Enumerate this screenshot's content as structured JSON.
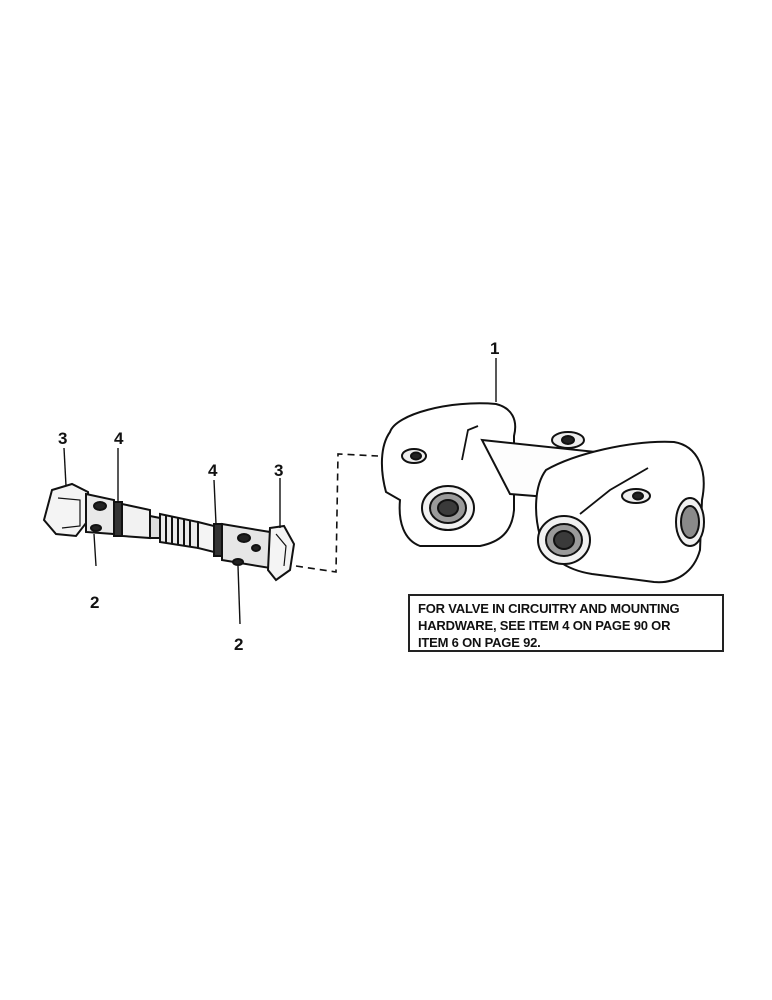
{
  "callouts": {
    "body_label": "1",
    "left_screw_label": "3",
    "left_oring_label": "4",
    "left_hole_label": "2",
    "right_oring_label": "4",
    "right_screw_label": "3",
    "right_hole_label": "2"
  },
  "note": {
    "lines": [
      "FOR VALVE IN CIRCUITRY AND MOUNTING",
      "HARDWARE, SEE ITEM 4 ON PAGE 90 OR",
      "ITEM 6 ON PAGE 92."
    ]
  }
}
